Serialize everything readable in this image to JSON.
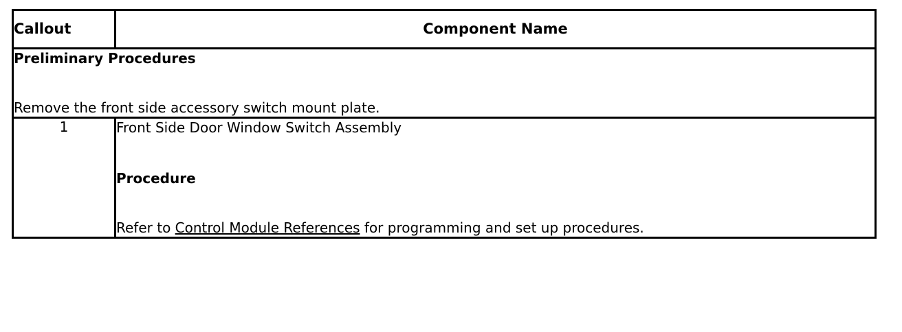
{
  "document": {
    "type": "service-manual-callout-table",
    "background_color": "#ffffff",
    "text_color": "#000000",
    "border_color": "#000000"
  },
  "table": {
    "headers": {
      "callout": "Callout",
      "component_name": "Component Name"
    },
    "preliminary": {
      "title": "Preliminary Procedures",
      "text": "Remove the front side accessory switch mount plate."
    },
    "rows": [
      {
        "callout": "1",
        "component_name": "Front Side Door Window Switch Assembly",
        "procedure_label": "Procedure",
        "procedure_text_before": "Refer to ",
        "procedure_link": "Control Module References",
        "procedure_text_after": " for programming and set up procedures."
      }
    ]
  }
}
